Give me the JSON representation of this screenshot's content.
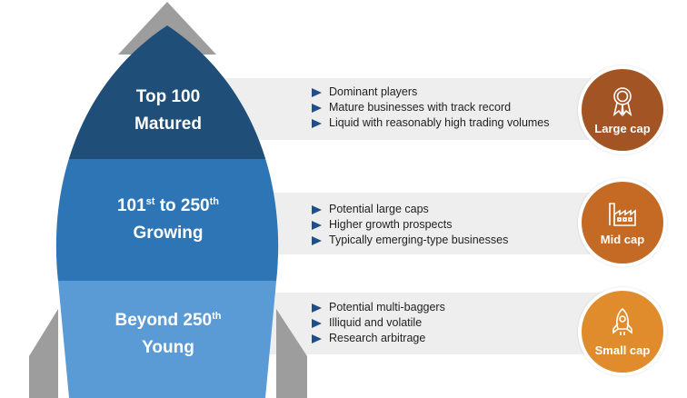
{
  "colors": {
    "tier_top": "#1f4e79",
    "tier_mid": "#2e75b6",
    "tier_bottom": "#5b9bd5",
    "large_cap": "#a35424",
    "mid_cap": "#c46a25",
    "small_cap": "#e08c2c",
    "rocket_fins": "#9d9d9d",
    "arrow": "#1f4e8c"
  },
  "tiers": [
    {
      "line1": "Top 100",
      "line2": "Matured",
      "bullets": [
        "Dominant players",
        "Mature businesses with track record",
        "Liquid with reasonably high trading volumes"
      ],
      "badge_label": "Large cap",
      "badge_icon": "award-ribbon-icon"
    },
    {
      "line1_a": "101",
      "line1_a_sup": "st",
      "line1_b": " to 250",
      "line1_b_sup": "th",
      "line2": "Growing",
      "bullets": [
        "Potential large caps",
        "Higher growth prospects",
        "Typically emerging-type businesses"
      ],
      "badge_label": "Mid cap",
      "badge_icon": "factory-icon"
    },
    {
      "line1_a": "Beyond 250",
      "line1_a_sup": "th",
      "line2": "Young",
      "bullets": [
        "Potential multi-baggers",
        "Illiquid and volatile",
        "Research arbitrage"
      ],
      "badge_label": "Small cap",
      "badge_icon": "rocket-icon"
    }
  ]
}
